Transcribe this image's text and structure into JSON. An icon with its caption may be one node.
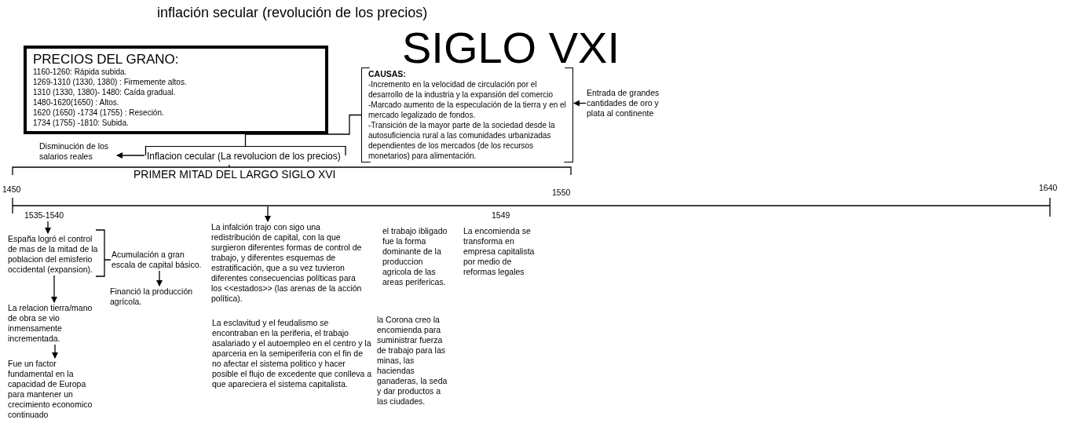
{
  "diagram": {
    "title": "inflación secular (revolución de los precios)",
    "nodes": [
      {
        "text": [
          "PRECIOS DEL GRANO:",
          "1160-1260: Rápida subida.",
          "1269-1310 (1330, 1380) : Firmemente altos.",
          "1310 (1330, 1380)- 1480: Caída gradual.",
          "1480-1620(1650) : Altos.",
          "1620 (1650) -1734 (1755) : Reseción.",
          "1734 (1755) -1810: Subida."
        ]
      },
      {
        "text": [
          "CAUSAS:",
          "-Incremento en la velocidad de circulación por el desarrollo de la industria y la expansión del comercio",
          "-Marcado aumento de la especulación de la tierra y en el mercado legalizado de fondos.",
          "-Transición de la mayor parte de la sociedad desde la autosuficiencia rural a las comunidades urbanizadas dependientes de los mercados (de los recursos monetarios) para alimentación."
        ]
      },
      {
        "text": [
          "Entrada de grandes cantidades de oro y plata al continente"
        ]
      },
      {
        "text": [
          "Disminución de los salarios reales"
        ]
      },
      {
        "text": [
          "Inflacion cecular (La revolucion de los precios)"
        ]
      },
      {
        "text": [
          "1535-1540"
        ]
      },
      {
        "text": [
          "España logró el control de mas de la mitad de la poblacion del emisferio occidental (expansion)."
        ]
      },
      {
        "text": [
          "Acumulación a gran escala de capital básico."
        ]
      },
      {
        "text": [
          "Financió la producción agrícola."
        ]
      },
      {
        "text": [
          "La relacion tierra/mano de obra se vio inmensamente incrementada."
        ]
      },
      {
        "text": [
          "Fue un factor fundamental en la capacidad de Europa para mantener un crecimiento economico continuado"
        ]
      },
      {
        "text": [
          "La infalción trajo con sigo una redistribución de capital, con la que surgieron diferentes formas de control de trabajo, y diferentes esquemas de estratificación, que a su vez tuvieron diferentes consecuencias políticas para los <<estados>> (las arenas de la acción política)."
        ]
      },
      {
        "text": [
          "La esclavitud y el feudalismo se encontraban en la periferia, el trabajo asalariado y el autoempleo en el centro y la aparceria en la semiperiferia con el fin de no afectar el sistema politico y hacer posible el flujo de excedente que conlleva a que apareciera el sistema capitalista."
        ]
      },
      {
        "text": [
          "el trabajo ibligado fue la forma dominante de la produccion agricola de las areas perifericas."
        ]
      },
      {
        "text": [
          "la Corona creo la encomienda para suministrar fuerza de trabajo para las minas, las haciendas ganaderas, la seda y dar productos a las ciudades."
        ]
      },
      {
        "text": [
          "La encomienda se transforma en empresa capitalista por medio de reformas legales"
        ]
      }
    ],
    "edges": [
      {
        "from": 2,
        "to": 1,
        "arrow": "to"
      },
      {
        "from": 4,
        "to": 1,
        "arrow": "none"
      },
      {
        "from": 4,
        "to": 3,
        "arrow": "to"
      },
      {
        "from": 5,
        "to": 6,
        "arrow": "to"
      },
      {
        "from": 6,
        "to": 7,
        "arrow": "none"
      },
      {
        "from": 7,
        "to": 8,
        "arrow": "to"
      },
      {
        "from": 6,
        "to": 9,
        "arrow": "to"
      },
      {
        "from": 9,
        "to": 10,
        "arrow": "to"
      },
      {
        "from": null,
        "to": 11,
        "arrow": "to"
      }
    ],
    "labels": [
      "SIGLO VXI",
      "PRIMER MITAD DEL LARGO SIGLO XVI",
      "1450",
      "1550",
      "1640",
      "1549"
    ]
  }
}
